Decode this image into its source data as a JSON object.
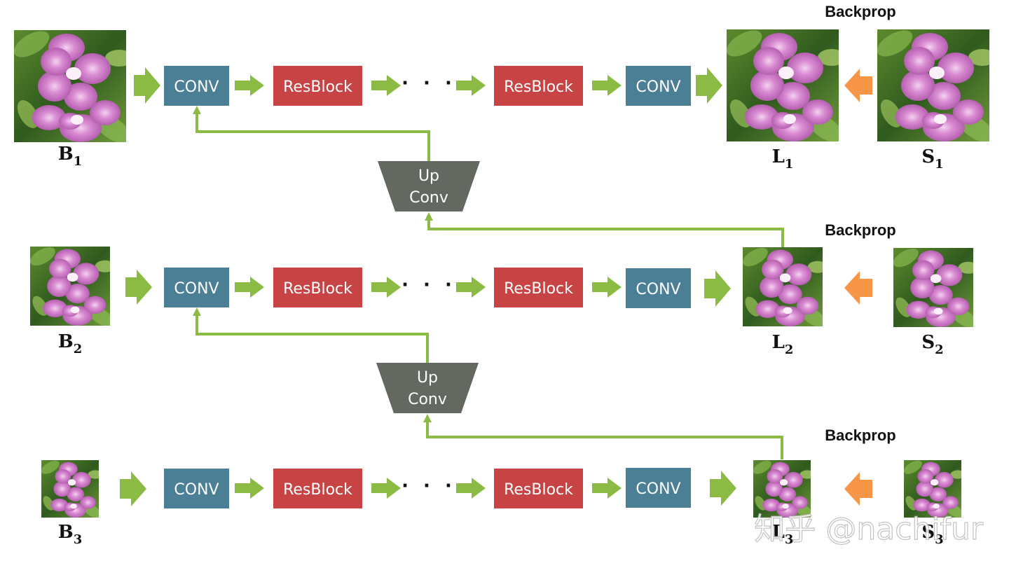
{
  "colors": {
    "conv": "#4a7f95",
    "resblock": "#c84444",
    "upconv": "#636860",
    "arrow_green": "#8bbb45",
    "arrow_orange": "#f79646",
    "text_dark": "#111111",
    "box_text": "#ffffff"
  },
  "labels": {
    "conv": "CONV",
    "resblock": "ResBlock",
    "dots": "· · ·",
    "upconv_line1": "Up",
    "upconv_line2": "Conv",
    "backprop": "Backprop"
  },
  "rows": [
    {
      "input_base": "B",
      "input_sub": "1",
      "output_base": "L",
      "output_sub": "1",
      "target_base": "S",
      "target_sub": "1"
    },
    {
      "input_base": "B",
      "input_sub": "2",
      "output_base": "L",
      "output_sub": "2",
      "target_base": "S",
      "target_sub": "2"
    },
    {
      "input_base": "B",
      "input_sub": "3",
      "output_base": "L",
      "output_sub": "3",
      "target_base": "S",
      "target_sub": "3"
    }
  ],
  "watermark": "知乎 @nachifur"
}
